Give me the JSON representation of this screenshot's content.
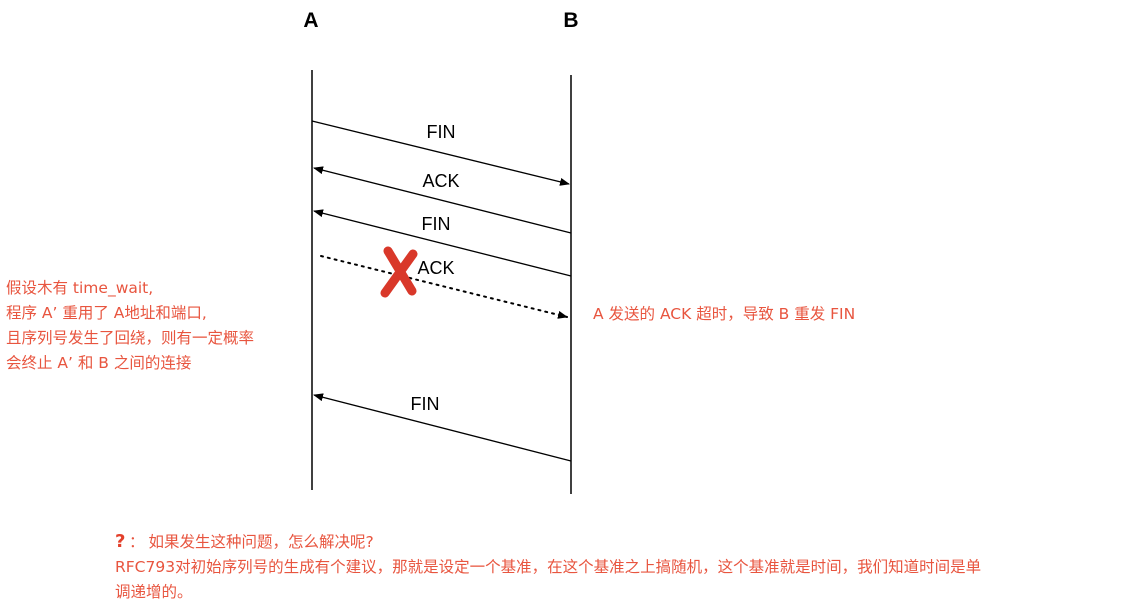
{
  "nodes": {
    "a_label": "A",
    "b_label": "B"
  },
  "messages": [
    {
      "label": "FIN"
    },
    {
      "label": "ACK"
    },
    {
      "label": "FIN"
    },
    {
      "label": "ACK",
      "lost": true
    },
    {
      "label": "FIN"
    }
  ],
  "notes": {
    "left_lines": [
      "假设木有 time_wait,",
      "程序 A’ 重用了 A地址和端口,",
      "且序列号发生了回绕，则有一定概率",
      "会终止 A’ 和 B 之间的连接"
    ],
    "right": "A 发送的 ACK 超时，导致  B 重发 FIN",
    "question_icon": "question-mark-icon",
    "question_suffix": "：",
    "question": "如果发生这种问题，怎么解决呢?",
    "answer_line1": "RFC793对初始序列号的生成有个建议，那就是设定一个基准，在这个基准之上搞随机，这个基准就是时间，我们知道时间是单",
    "answer_line2": "调递增的。"
  },
  "colors": {
    "note": "#e8553f",
    "cross": "#d9382a",
    "line": "#000000"
  },
  "icons": {
    "lost_marker": "cross-icon"
  }
}
